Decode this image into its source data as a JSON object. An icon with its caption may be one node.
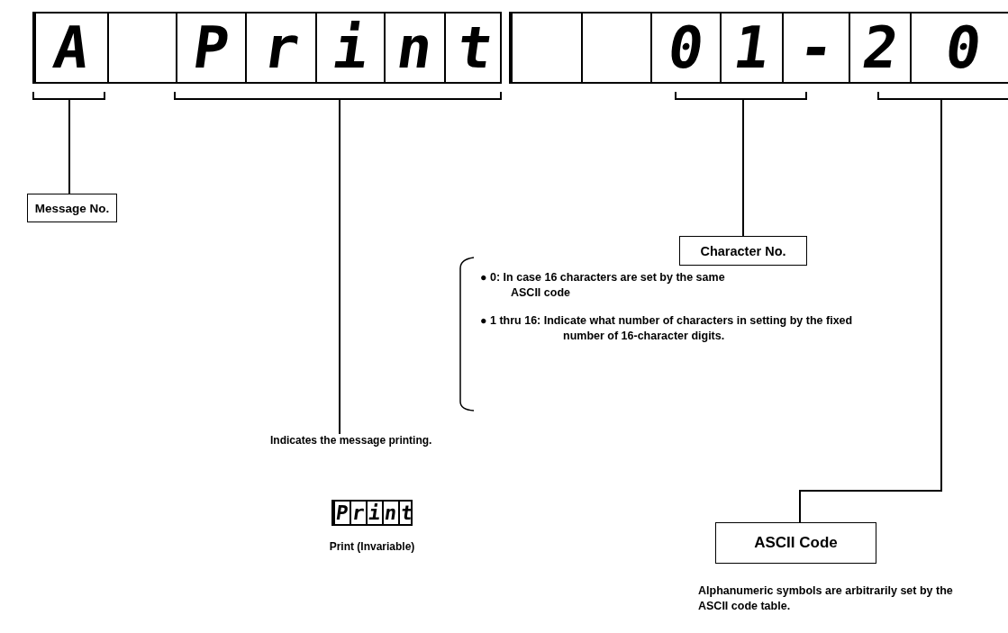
{
  "diagram": {
    "nodes": [
      {
        "text": [],
        "shape": "box"
      },
      {
        "text": [
          "A"
        ],
        "in": 0
      },
      {
        "text": [],
        "shape": "box",
        "in": 0
      },
      {
        "text": [
          "P"
        ],
        "in": 0
      },
      {
        "text": [
          "r"
        ],
        "in": 0
      },
      {
        "text": [
          "i"
        ],
        "in": 0
      },
      {
        "text": [
          "n"
        ],
        "in": 0
      },
      {
        "text": [
          "t"
        ],
        "in": 0
      },
      {
        "text": [],
        "shape": "box"
      },
      {
        "text": [],
        "shape": "box",
        "in": 8
      },
      {
        "text": [],
        "shape": "box",
        "in": 8
      },
      {
        "text": [
          "0"
        ],
        "in": 8
      },
      {
        "text": [
          "1"
        ],
        "in": 8
      },
      {
        "text": [
          "-"
        ],
        "in": 8
      },
      {
        "text": [
          "2"
        ],
        "in": 8
      },
      {
        "text": [
          "0"
        ],
        "in": 8
      },
      {
        "text": [],
        "shape": "bracket"
      },
      {
        "text": [],
        "shape": "bracket"
      },
      {
        "text": [],
        "shape": "bracket"
      },
      {
        "text": [],
        "shape": "bracket"
      },
      {
        "text": [
          "Message No."
        ]
      },
      {
        "text": [
          "Indicates the message printing."
        ]
      },
      {
        "text": [
          "Character No."
        ]
      },
      {
        "text": [
          "ASCII Code"
        ]
      },
      {
        "text": [],
        "shape": "box",
        "beside": [
          "Print (Invariable)"
        ]
      },
      {
        "text": [
          "P"
        ],
        "in": 24
      },
      {
        "text": [
          "r"
        ],
        "in": 24
      },
      {
        "text": [
          "i"
        ],
        "in": 24
      },
      {
        "text": [
          "n"
        ],
        "in": 24
      },
      {
        "text": [
          "t"
        ],
        "in": 24
      }
    ],
    "edges": [
      {
        "from": 20,
        "to": 16,
        "arrow": "none"
      },
      {
        "from": 21,
        "to": 17,
        "arrow": "none"
      },
      {
        "from": 22,
        "to": 18,
        "arrow": "none"
      },
      {
        "from": 23,
        "to": 19,
        "arrow": "none"
      }
    ],
    "labels": [
      "● 0:  In case 16 characters are set by the same ASCII code",
      "● 1 thru 16:  Indicate what number of characters in setting by the fixed number of 16-character digits.",
      "Alphanumeric symbols are arbitrarily set by the ASCII code table."
    ]
  }
}
